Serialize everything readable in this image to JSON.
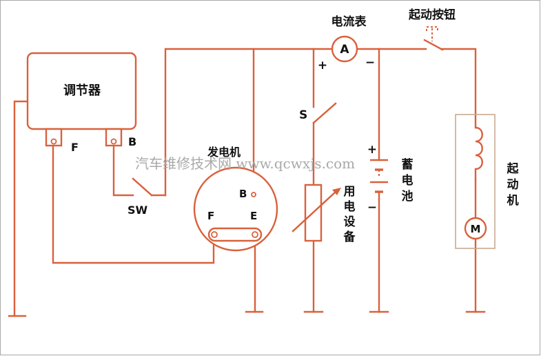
{
  "labels": {
    "regulator": "调节器",
    "reg_terminal_f": "F",
    "reg_terminal_b": "B",
    "switch_sw": "SW",
    "generator": "发电机",
    "gen_terminal_b": "B",
    "gen_terminal_f": "F",
    "gen_terminal_e": "E",
    "ammeter": "电流表",
    "ammeter_symbol": "A",
    "ammeter_plus": "+",
    "ammeter_minus": "−",
    "start_button": "起动按钮",
    "switch_s": "S",
    "load": [
      "用",
      "电",
      "设",
      "备"
    ],
    "battery": [
      "蓄",
      "电",
      "池"
    ],
    "battery_plus": "+",
    "battery_minus": "−",
    "starter": [
      "起",
      "动",
      "机"
    ],
    "motor_symbol": "M"
  },
  "watermark": "汽车维修技术网 www.qcwxjs.com",
  "colors": {
    "wire": "#d9603b",
    "text": "#111111",
    "watermark": "#a9a9a9",
    "background": "#ffffff"
  }
}
